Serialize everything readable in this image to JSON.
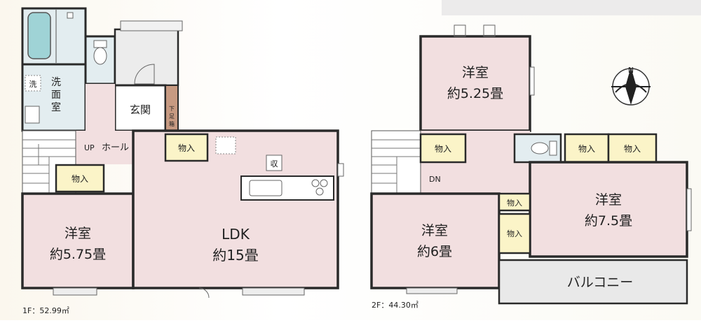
{
  "floor1": {
    "area_label": "1F：52.99㎡",
    "rooms": {
      "bedroom_name": "洋室",
      "bedroom_size": "約5.75畳",
      "ldk_name": "LDK",
      "ldk_size": "約15畳",
      "entrance": "玄関",
      "hall": "ホール",
      "up": "UP",
      "washroom": [
        "洗",
        "面",
        "室"
      ],
      "wash_mark": "洗",
      "shoe": [
        "下",
        "足",
        "箱"
      ],
      "storage": "収",
      "closet_hall": "物入",
      "closet_ldk": "物入"
    }
  },
  "floor2": {
    "area_label": "2F：44.30㎡",
    "rooms": {
      "room_a_name": "洋室",
      "room_a_size": "約5.25畳",
      "room_b_name": "洋室",
      "room_b_size": "約6畳",
      "room_c_name": "洋室",
      "room_c_size": "約7.5畳",
      "balcony": "バルコニー",
      "dn": "DN",
      "closets": [
        "物入",
        "物入",
        "物入",
        "物入",
        "物入"
      ]
    }
  },
  "compass": {
    "north": "N"
  },
  "colors": {
    "room_pink": "#f2dfe0",
    "closet_yellow": "#fbf4c8",
    "wet_blue": "#e3edf0",
    "balcony_grey": "#e9e9e9",
    "wood": "#c79a82"
  }
}
